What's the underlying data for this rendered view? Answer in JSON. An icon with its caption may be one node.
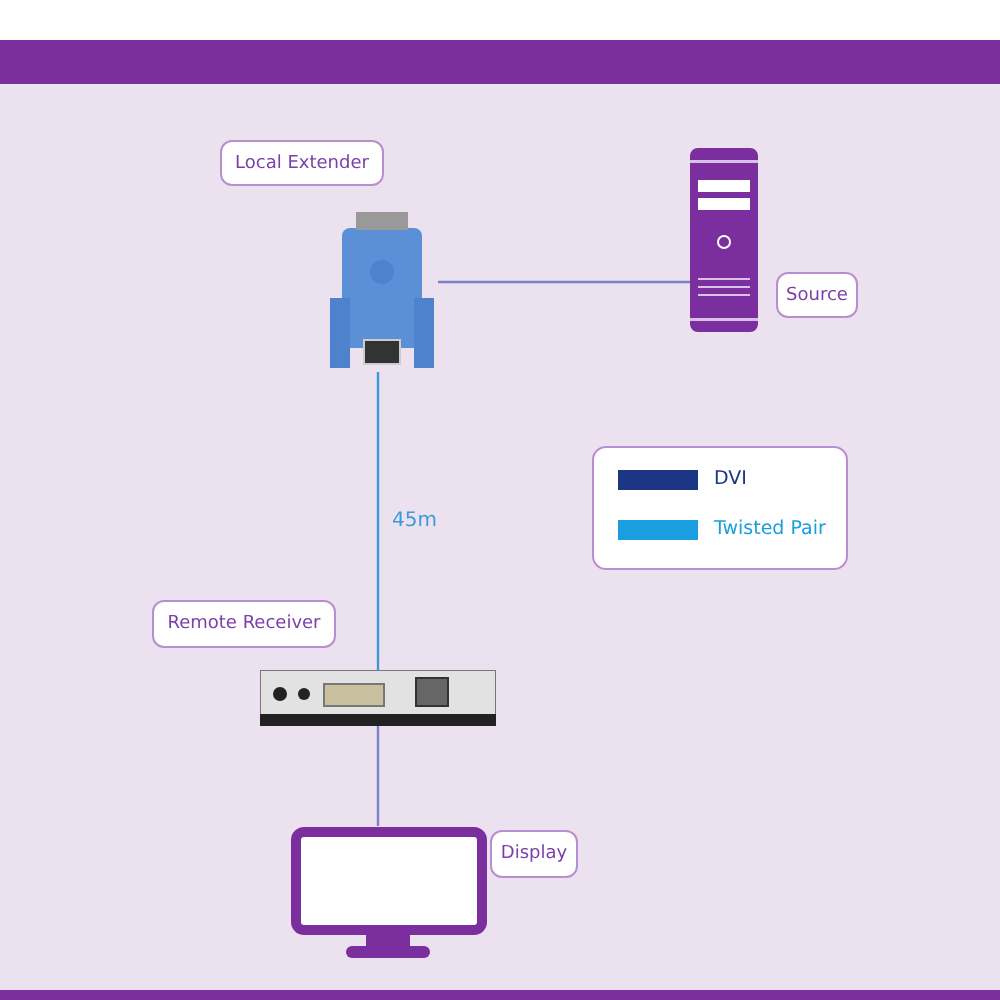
{
  "diagram": {
    "nodes": [
      {
        "text": [
          "Local Extender"
        ]
      },
      {
        "text": [],
        "shape": "picture"
      },
      {
        "text": [],
        "shape": "picture"
      },
      {
        "text": [
          "Source"
        ]
      },
      {
        "text": [
          "Remote Receiver"
        ]
      },
      {
        "text": [],
        "shape": "picture"
      },
      {
        "text": [],
        "shape": "monitor"
      },
      {
        "text": [
          "Display"
        ]
      }
    ],
    "edges": [
      {
        "from": 1,
        "to": 2,
        "arrow": "none"
      },
      {
        "from": 1,
        "to": 5,
        "arrow": "none",
        "label": "45m",
        "color": "#3a9ad9"
      },
      {
        "from": 5,
        "to": 6,
        "arrow": "none"
      }
    ],
    "legend": [
      {
        "text": "DVI",
        "color": "#1c3584"
      },
      {
        "text": "Twisted Pair",
        "color": "#1a9ee0"
      }
    ]
  }
}
